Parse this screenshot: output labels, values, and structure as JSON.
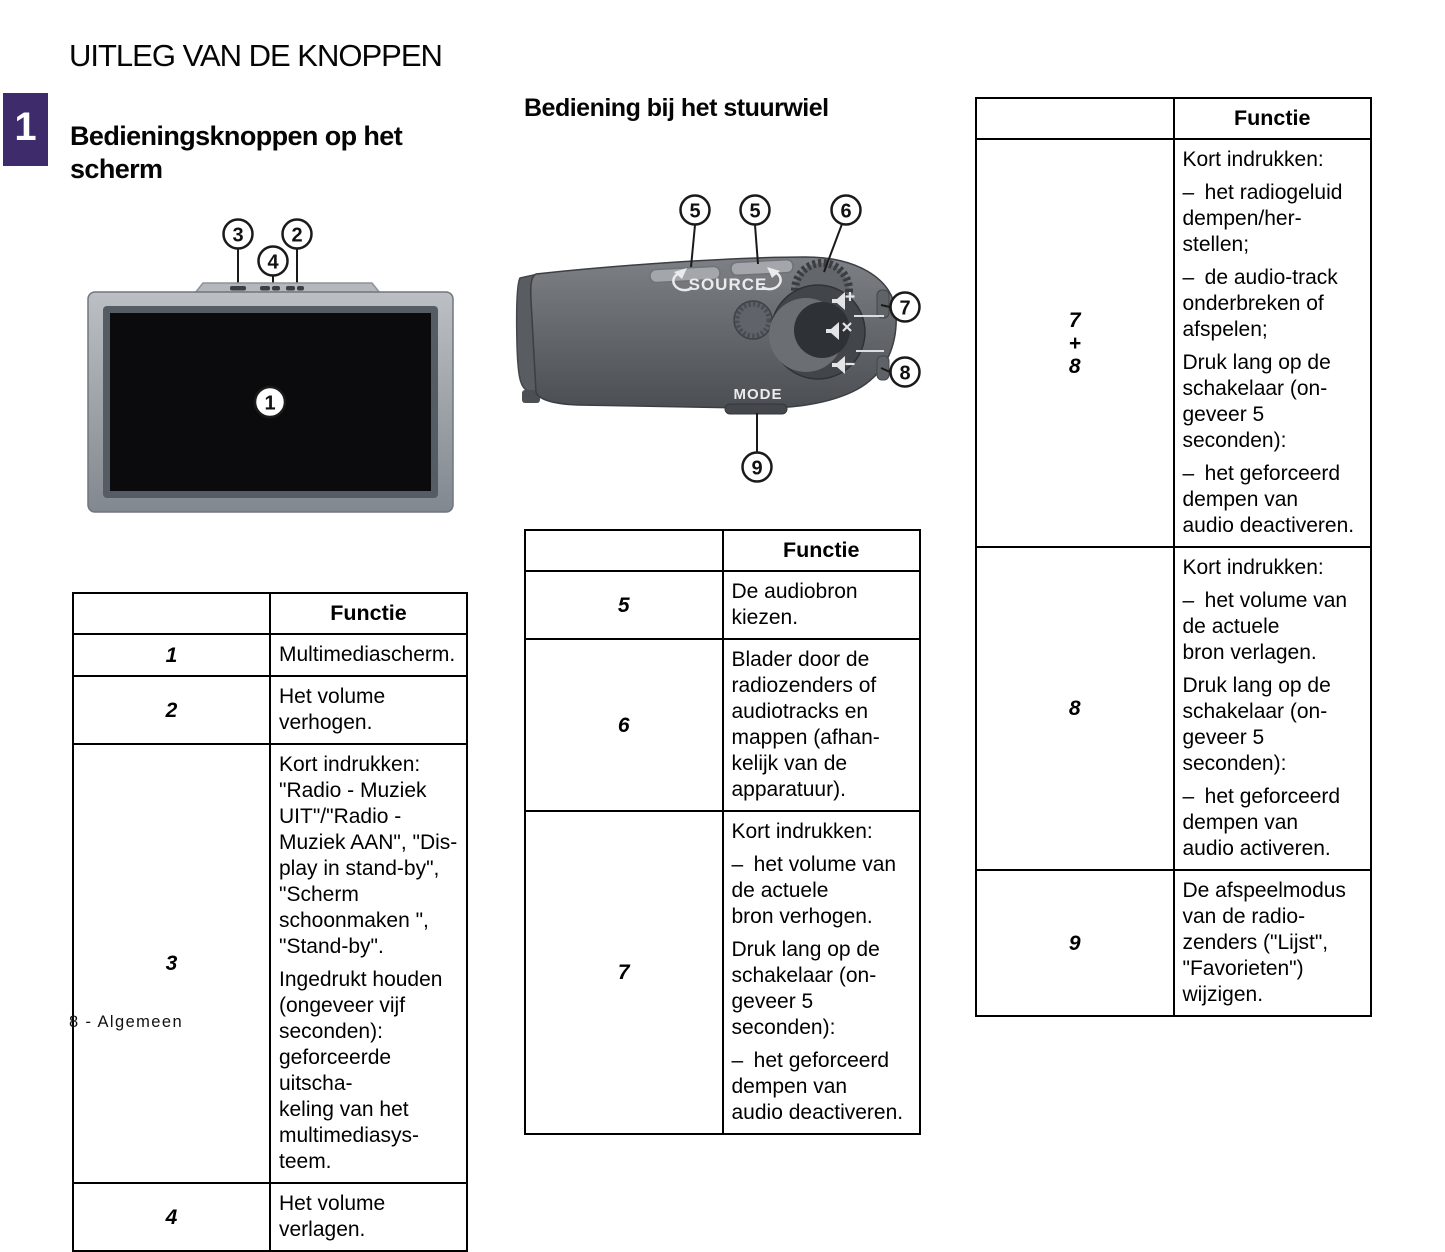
{
  "page": {
    "title": "UITLEG VAN DE KNOPPEN",
    "chapter_number": "1",
    "footer": "8 - Algemeen"
  },
  "left": {
    "heading": "Bedieningsknoppen op het scherm",
    "figure": {
      "name": "multimedia-scherm",
      "callouts": [
        "3",
        "4",
        "2",
        "1"
      ]
    },
    "table": {
      "header": "Functie",
      "rows": [
        {
          "num": "1",
          "paragraphs": [
            "Multimediascherm."
          ]
        },
        {
          "num": "2",
          "paragraphs": [
            "Het volume verhogen."
          ]
        },
        {
          "num": "3",
          "paragraphs": [
            "Kort indrukken: \"Radio - Muziek\nUIT\"/\"Radio - Muziek AAN\", \"Dis-\nplay in stand-by\", \"Scherm\nschoonmaken \", \"Stand-by\".",
            "Ingedrukt houden (ongeveer vijf\nseconden): geforceerde uitscha-\nkeling van het multimediasys-\nteem."
          ]
        },
        {
          "num": "4",
          "paragraphs": [
            "Het volume verlagen."
          ]
        }
      ]
    }
  },
  "middle": {
    "heading": "Bediening bij het stuurwiel",
    "figure": {
      "name": "stuurwiel-bediening",
      "labels": {
        "source": "SOURCE",
        "mode": "MODE"
      },
      "callouts": [
        "5",
        "5",
        "6",
        "7",
        "8",
        "9"
      ]
    },
    "table": {
      "header": "Functie",
      "rows": [
        {
          "num": "5",
          "paragraphs": [
            "De audiobron kiezen."
          ]
        },
        {
          "num": "6",
          "paragraphs": [
            "Blader door de radiozenders of\naudiotracks en mappen (afhan-\nkelijk van de apparatuur)."
          ]
        },
        {
          "num": "7",
          "paragraphs": [
            "Kort indrukken:",
            "– het volume van de actuele\nbron verhogen.",
            "Druk lang op de schakelaar (on-\ngeveer 5 seconden):",
            "– het geforceerd dempen van\naudio deactiveren."
          ]
        }
      ]
    }
  },
  "right": {
    "table": {
      "header": "Functie",
      "rows": [
        {
          "num": "7\n+\n8",
          "paragraphs": [
            "Kort indrukken:",
            "– het radiogeluid dempen/her-\nstellen;",
            "– de audio-track onderbreken of\nafspelen;",
            "Druk lang op de schakelaar (on-\ngeveer 5 seconden):",
            "– het geforceerd dempen van\naudio deactiveren."
          ]
        },
        {
          "num": "8",
          "paragraphs": [
            "Kort indrukken:",
            "– het volume van de actuele\nbron verlagen.",
            "Druk lang op de schakelaar (on-\ngeveer 5 seconden):",
            "– het geforceerd dempen van\naudio activeren."
          ]
        },
        {
          "num": "9",
          "paragraphs": [
            "De afspeelmodus van de radio-\nzenders (\"Lijst\", \"Favorieten\")\nwijzigen."
          ]
        }
      ]
    }
  }
}
